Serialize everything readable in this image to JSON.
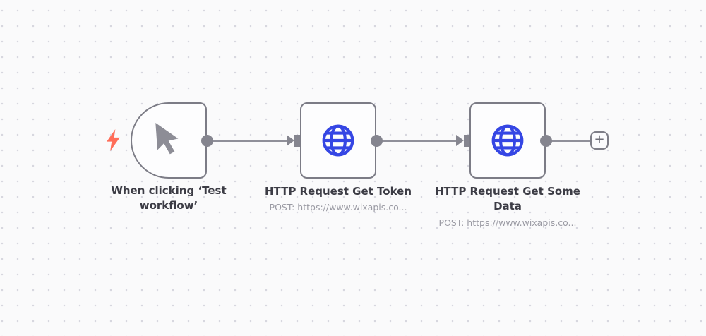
{
  "canvas": {
    "background": "#fafafb",
    "dot_color": "#d7d7df"
  },
  "nodes": [
    {
      "id": "manual-trigger",
      "title": "When clicking ‘Test workflow’",
      "subtitle": "",
      "icon": "cursor-click-icon",
      "trigger_icon": "lightning-bolt-icon"
    },
    {
      "id": "http-request-get-token",
      "title": "HTTP Request Get Token",
      "subtitle": "POST: https://www.wixapis.co...",
      "icon": "globe-icon"
    },
    {
      "id": "http-request-get-some-data",
      "title": "HTTP Request Get Some Data",
      "subtitle": "POST: https://www.wixapis.co...",
      "icon": "globe-icon"
    }
  ],
  "add_button": {
    "label": "+"
  },
  "colors": {
    "node_border": "#7c7c86",
    "node_background": "#fdfdfe",
    "connector_gray": "#85858f",
    "wire_gray": "#8f8f99",
    "title_text": "#3c3c45",
    "subtitle_text": "#9a9aa3",
    "globe_blue": "#3546e4",
    "bolt_orange": "#ff6d59",
    "cursor_gray": "#8d8d96"
  }
}
